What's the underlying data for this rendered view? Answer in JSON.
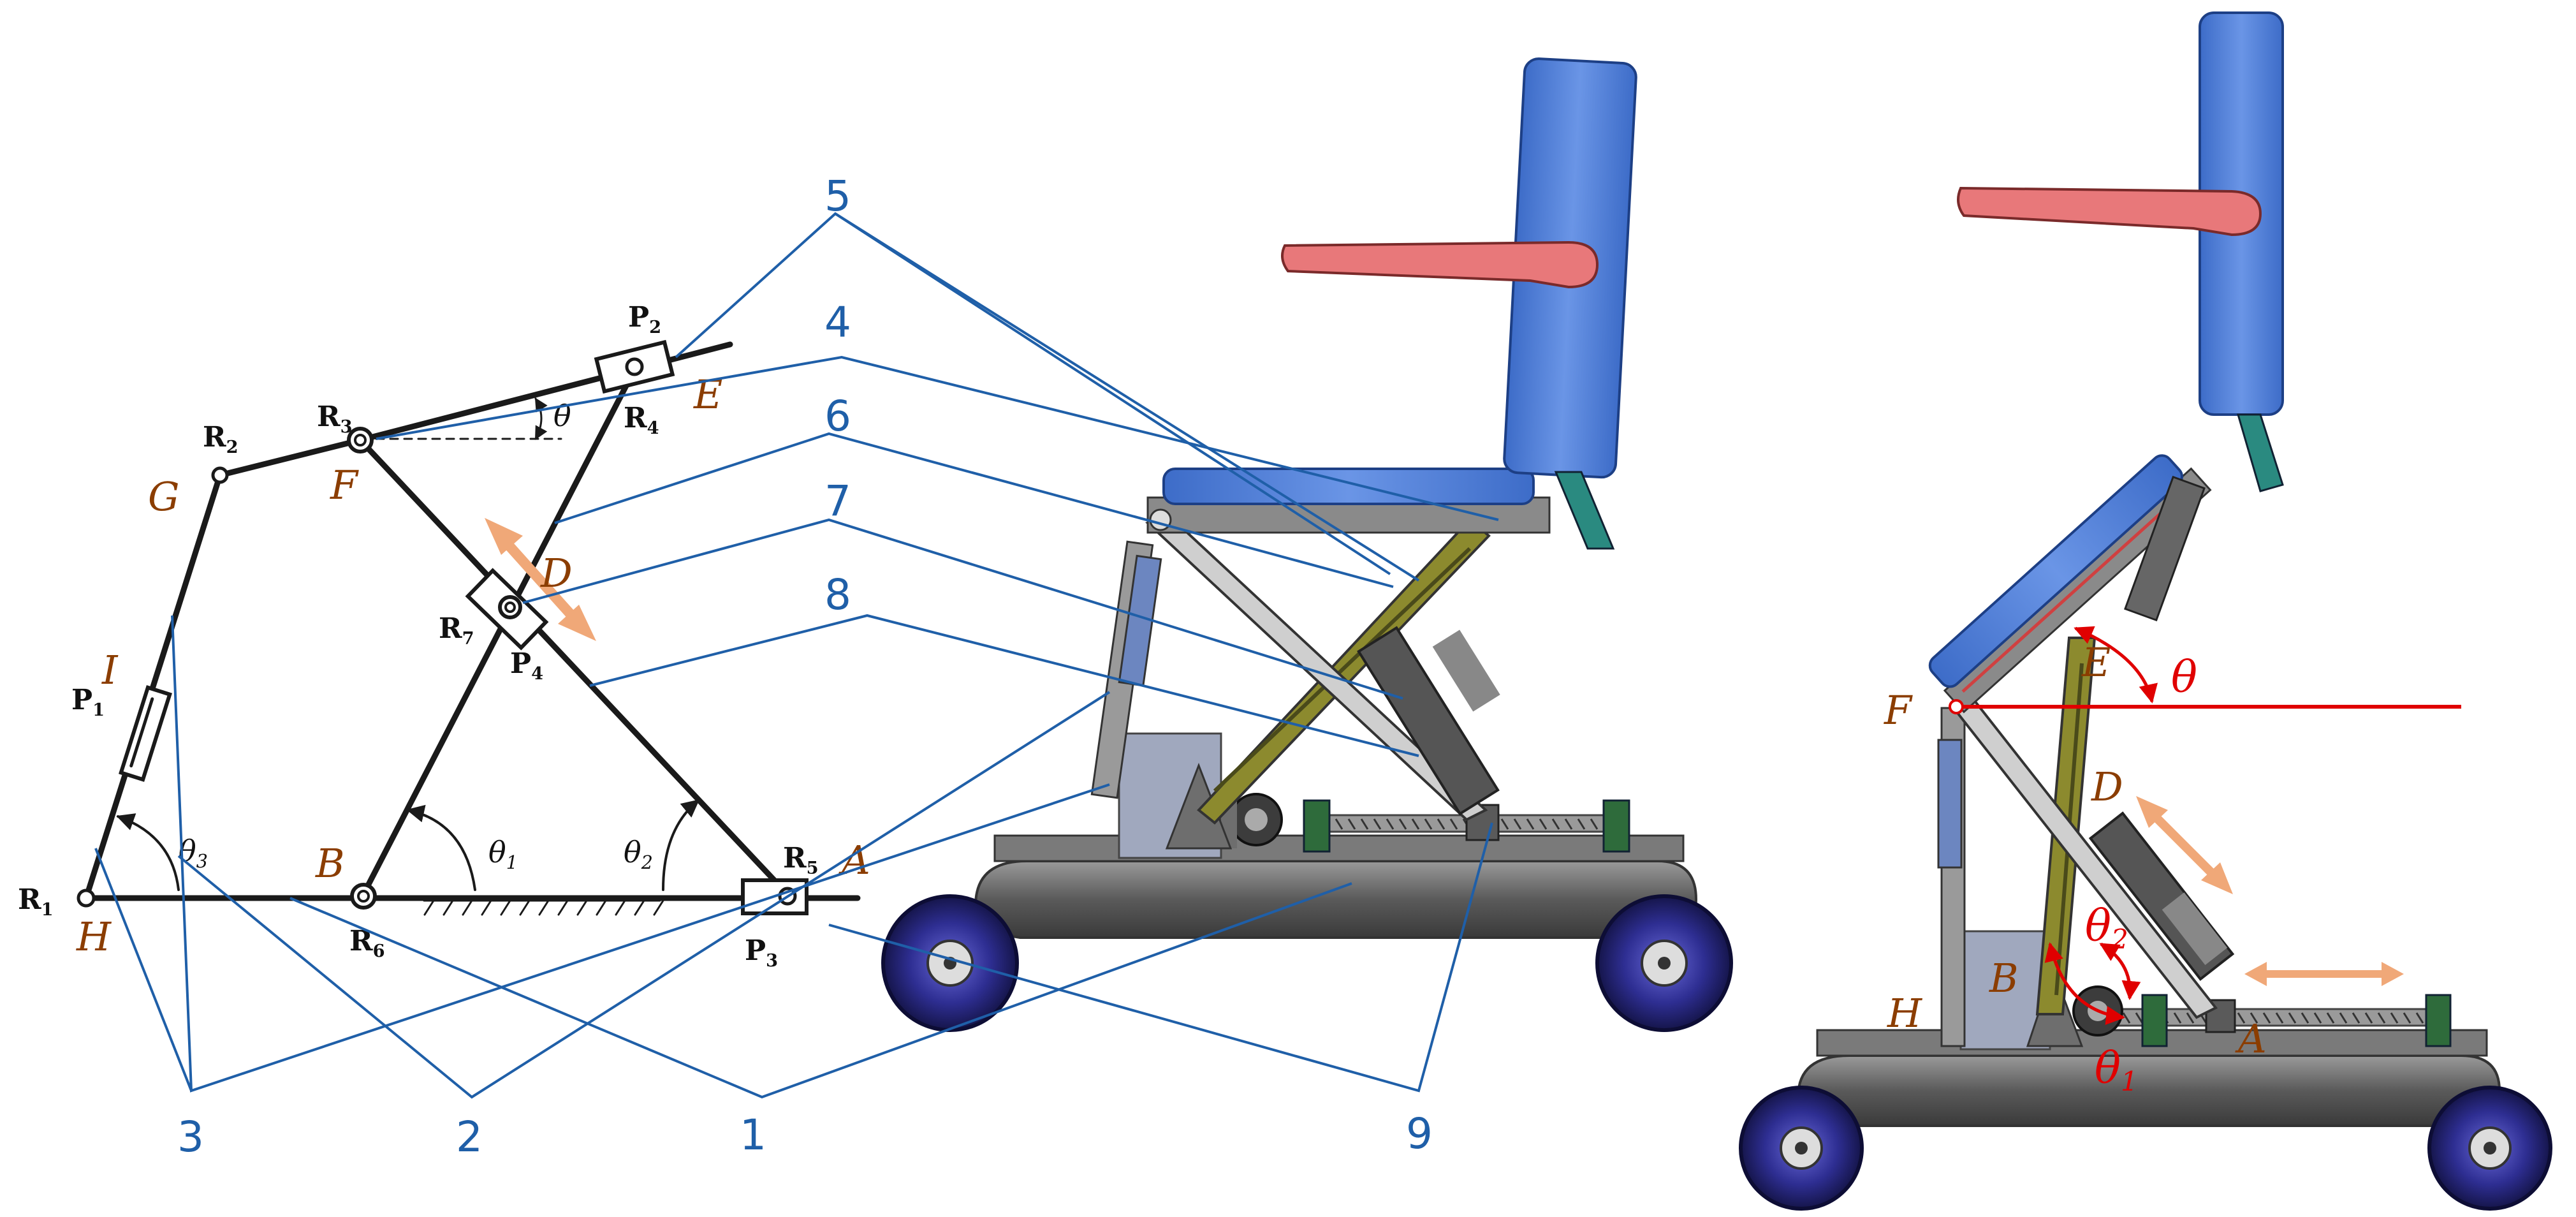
{
  "schematic": {
    "revolute_labels": [
      "R1",
      "R2",
      "R3",
      "R4",
      "R5",
      "R6",
      "R7"
    ],
    "prismatic_labels": [
      "P1",
      "P2",
      "P3",
      "P4"
    ],
    "point_labels": [
      "A",
      "B",
      "D",
      "E",
      "F",
      "G",
      "H",
      "I"
    ],
    "angle_labels": [
      "θ",
      "θ1",
      "θ2",
      "θ3"
    ]
  },
  "callouts": [
    "1",
    "2",
    "3",
    "4",
    "5",
    "6",
    "7",
    "8",
    "9"
  ],
  "right_view": {
    "point_labels": [
      "F",
      "E",
      "D",
      "B",
      "A",
      "H"
    ],
    "angle_labels": [
      "θ",
      "θ2",
      "θ1"
    ]
  },
  "colors": {
    "link_black": "#1a1a1a",
    "callout_blue": "#1f5fa8",
    "label_brown": "#8b3d00",
    "angle_red": "#e00000",
    "seat_blue": "#4f7fd6",
    "armrest_pink": "#e8787a",
    "frame_olive": "#8c8a2e",
    "frame_grey": "#6e6e6e",
    "wheel_navy": "#25256e",
    "arrow_peach": "#f0a878"
  }
}
